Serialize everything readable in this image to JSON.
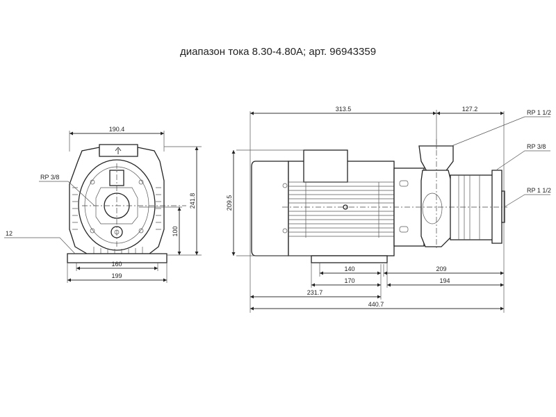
{
  "title": "диапазон тока 8.30-4.80A; арт. 96943359",
  "front_view": {
    "width_top": "190.4",
    "height_total": "241.8",
    "shaft_height": "100",
    "foot_holes": "160",
    "foot_width": "199",
    "foot_thickness": "12",
    "port_label": "RP 3/8"
  },
  "side_view": {
    "motor_length": "313.5",
    "pump_offset": "127.2",
    "height": "209.5",
    "foot_holes_a": "140",
    "foot_holes_b": "170",
    "to_end_a": "209",
    "to_end_b": "194",
    "to_foot": "231.7",
    "total_length": "440.7",
    "outlet_label": "RP 1 1/2",
    "drain_label": "RP 3/8",
    "inlet_label": "RP 1 1/2"
  }
}
